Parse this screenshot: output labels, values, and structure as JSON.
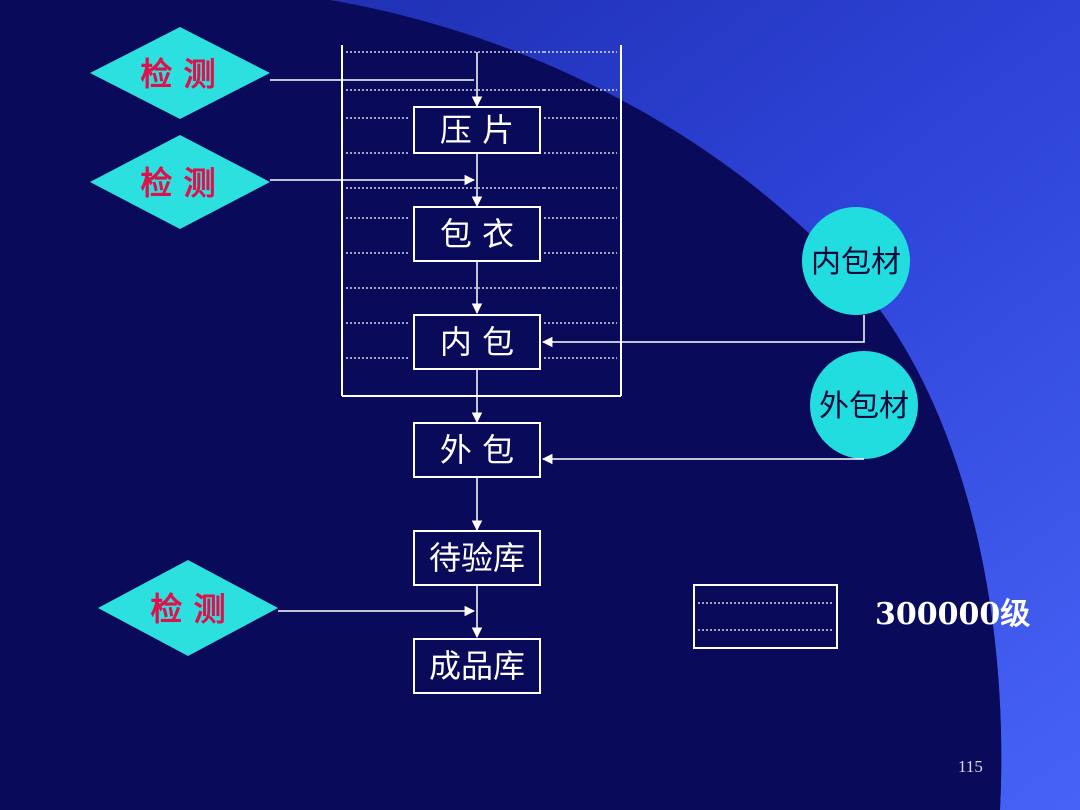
{
  "colors": {
    "background": "#0a0a5a",
    "accent_curve": "#3b52e6",
    "diamond_fill": "#2ce0e0",
    "diamond_text": "#e0104a",
    "circle_fill": "#22dde0",
    "line": "#ffffff"
  },
  "steps": [
    {
      "label": "压 片"
    },
    {
      "label": "包 衣"
    },
    {
      "label": "内 包"
    },
    {
      "label": "外 包"
    },
    {
      "label": "待验库"
    },
    {
      "label": "成品库"
    }
  ],
  "checks": [
    {
      "label": "检 测"
    },
    {
      "label": "检 测"
    },
    {
      "label": "检 测"
    }
  ],
  "materials": [
    {
      "label": "内包材"
    },
    {
      "label": "外包材"
    }
  ],
  "legend": {
    "label": "300000级"
  },
  "page_number": "115"
}
